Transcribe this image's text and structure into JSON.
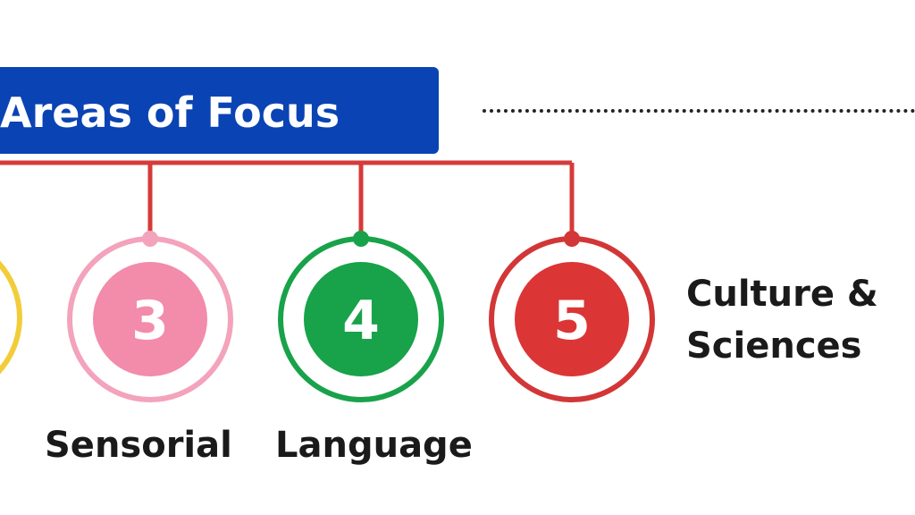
{
  "banner": {
    "title": "Areas of Focus",
    "color": "#0a43b4"
  },
  "colors": {
    "connector": "#d63a3a",
    "yellow": "#f2cd3a",
    "pink": "#f28caa",
    "green": "#18a24a",
    "red": "#dc3535",
    "text": "#1a1a1a"
  },
  "areas": [
    {
      "number": "3",
      "label": "Sensorial",
      "color": "#f28caa",
      "ring": "#f3a3bb"
    },
    {
      "number": "4",
      "label": "Language",
      "color": "#18a24a",
      "ring": "#18a24a"
    },
    {
      "number": "5",
      "label": "Culture &",
      "label2": "Sciences",
      "color": "#dc3535",
      "ring": "#d23636"
    }
  ]
}
